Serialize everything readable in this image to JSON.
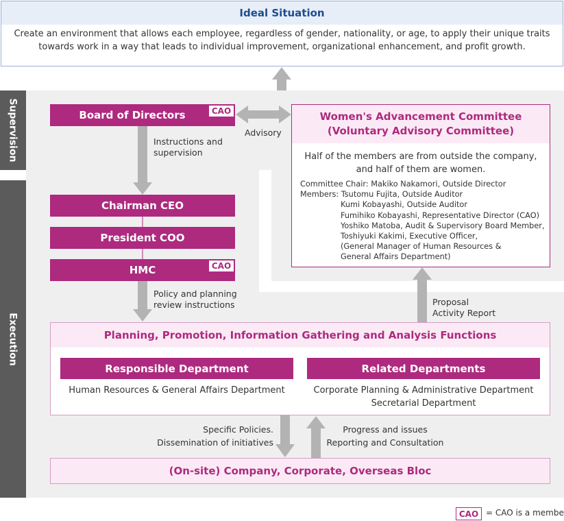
{
  "ideal": {
    "title": "Ideal Situation",
    "text": "Create an environment that allows each employee, regardless of gender, nationality, or age, to apply their unique traits towards work in a way that leads to individual improvement, organizational enhancement, and profit growth."
  },
  "bands": {
    "supervision": "Supervision",
    "execution": "Execution"
  },
  "board": {
    "label": "Board of Directors",
    "badge": "CAO"
  },
  "advisory_label": "Advisory",
  "instructions_label_1": "Instructions and",
  "instructions_label_2": "supervision",
  "executives": {
    "chairman": "Chairman CEO",
    "president": "President COO",
    "hmc": "HMC",
    "hmc_badge": "CAO"
  },
  "policy_label_1": "Policy and planning",
  "policy_label_2": "review instructions",
  "committee": {
    "title_1": "Women's Advancement Committee",
    "title_2": "(Voluntary Advisory Committee)",
    "summary_1": "Half of the members are from outside the company,",
    "summary_2": "and half of them are women.",
    "chair_line": "Committee Chair: Makiko Nakamori, Outside Director",
    "members_line": "Members: Tsutomu Fujita, Outside Auditor",
    "members": [
      "Kumi Kobayashi, Outside Auditor",
      "Fumihiko Kobayashi, Representative Director (CAO)",
      "Yoshiko Matoba, Audit & Supervisory Board Member,",
      "Toshiyuki Kakimi, Executive Officer,",
      "(General Manager of Human Resources  &",
      "General Affairs Department)"
    ]
  },
  "proposal_label_1": "Proposal",
  "proposal_label_2": "Activity Report",
  "planning": {
    "title": "Planning, Promotion, Information Gathering and Analysis Functions",
    "responsible_title": "Responsible Department",
    "responsible_text": "Human Resources & General Affairs Department",
    "related_title": "Related Departments",
    "related_text_1": "Corporate Planning & Administrative Department",
    "related_text_2": "Secretarial Department"
  },
  "down_label_1": "Specific Policies.",
  "down_label_2": "Dissemination of initiatives",
  "up_label_1": "Progress and issues",
  "up_label_2": "Reporting and Consultation",
  "onsite": "(On-site) Company, Corporate, Overseas Bloc",
  "legend": {
    "badge": "CAO",
    "text": "= CAO is a member"
  },
  "colors": {
    "magenta": "#ad2a7f",
    "navy": "#1d4c8f",
    "arrow_gray": "#b3b3b3",
    "band_gray": "#efefef",
    "side_gray": "#5b5b5b"
  }
}
